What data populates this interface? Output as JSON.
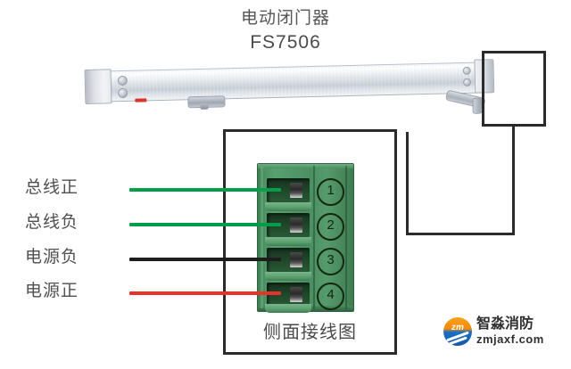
{
  "title": {
    "product_name_cn": "电动闭门器",
    "model": "FS7506"
  },
  "detail": {
    "caption": "侧面接线图"
  },
  "terminals": [
    {
      "number": "1",
      "label": "总线正",
      "wire_color": "#009e4a",
      "wire_color_name": "green"
    },
    {
      "number": "2",
      "label": "总线负",
      "wire_color": "#009e4a",
      "wire_color_name": "green"
    },
    {
      "number": "3",
      "label": "电源负",
      "wire_color": "#1d1d1d",
      "wire_color_name": "black"
    },
    {
      "number": "4",
      "label": "电源正",
      "wire_color": "#e8312a",
      "wire_color_name": "red"
    }
  ],
  "watermark": {
    "brand_cn": "智淼消防",
    "url": "zmjaxf.com",
    "logo_text": "zm",
    "logo_colors": {
      "top": "#f5a11a",
      "bottom": "#1866bd"
    }
  },
  "colors": {
    "terminal_block_green": "#4b8f62",
    "outline_black": "#2b2b2b",
    "text_gray": "#4f4f4f",
    "aluminium": "#d5dbe1"
  }
}
